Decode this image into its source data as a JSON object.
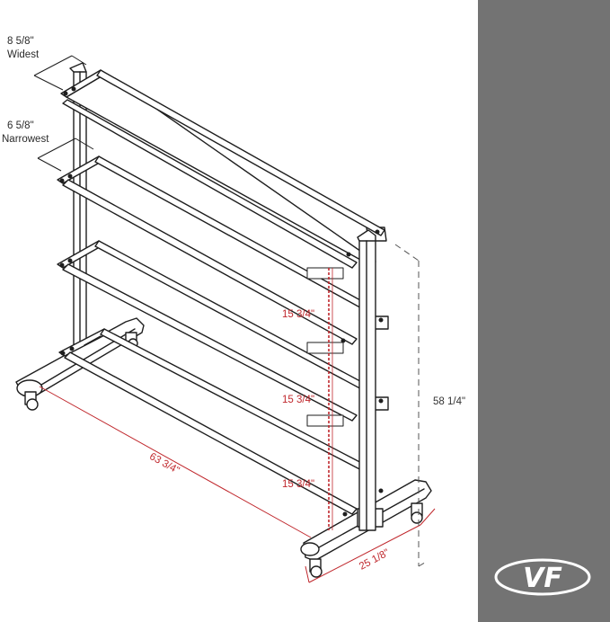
{
  "labels": {
    "widest_value": "8  5/8\"",
    "widest_word": "Widest",
    "narrowest_value": "6  5/8\"",
    "narrowest_word": "Narrowest",
    "shelf_gap_1": "15  3/4\"",
    "shelf_gap_2": "15  3/4\"",
    "shelf_gap_3": "15  3/4\"",
    "total_height": "58  1/4\"",
    "length": "63 3/4\"",
    "depth": "25  1/8\""
  },
  "logo": {
    "text": "VF"
  },
  "colors": {
    "panel": "#737373",
    "dimension_red": "#c0282d",
    "line": "#1e1e1e",
    "logo": "#ffffff"
  }
}
